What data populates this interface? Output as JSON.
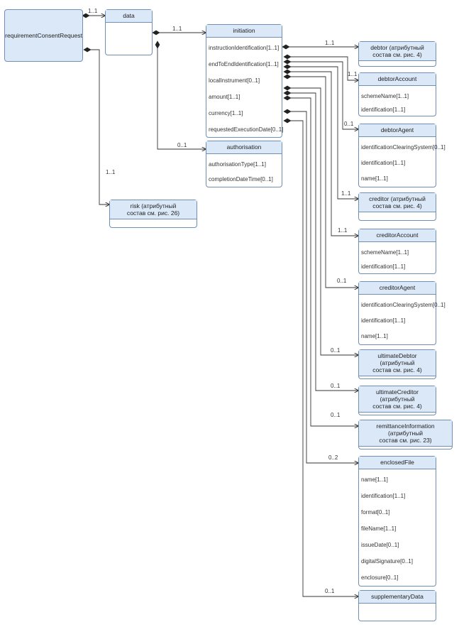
{
  "nodes": {
    "root": {
      "label": "requirementConsentRequest"
    },
    "data": {
      "label": "data"
    },
    "initiation": {
      "label": "initiation",
      "fields": [
        "instructionIdentification[1..1]",
        "endToEndIdentification[1..1]",
        "localInstrument[0..1]",
        "amount[1..1]",
        "currency[1..1]",
        "requestedExecutionDate[0..1]"
      ]
    },
    "authorisation": {
      "label": "authorisation",
      "fields": [
        "authorisationType[1..1]",
        "completionDateTime[0..1]"
      ]
    },
    "risk": {
      "label": "risk (атрибутный\nсостав см. рис. 26)"
    },
    "debtor": {
      "label": "debtor (атрибутный\nсостав см. рис. 4)"
    },
    "debtorAccount": {
      "label": "debtorAccount",
      "fields": [
        "schemeName[1..1]",
        "identification[1..1]"
      ]
    },
    "debtorAgent": {
      "label": "debtorAgent",
      "fields": [
        "identificationClearingSystem[0..1]",
        "identification[1..1]",
        "name[1..1]"
      ]
    },
    "creditor": {
      "label": "creditor (атрибутный\nсостав см. рис. 4)"
    },
    "creditorAccount": {
      "label": "creditorAccount",
      "fields": [
        "schemeName[1..1]",
        "identification[1..1]"
      ]
    },
    "creditorAgent": {
      "label": "creditorAgent",
      "fields": [
        "identificationClearingSystem[0..1]",
        "identification[1..1]",
        "name[1..1]"
      ]
    },
    "ultimateDebtor": {
      "label": "ultimateDebtor (атрибутный\nсостав см. рис. 4)"
    },
    "ultimateCreditor": {
      "label": "ultimateCreditor (атрибутный\nсостав см. рис. 4)"
    },
    "remittanceInformation": {
      "label": "remittanceInformation (атрибутный\nсостав см. рис. 23)"
    },
    "enclosedFile": {
      "label": "enclosedFile",
      "fields": [
        "name[1..1]",
        "identification[1..1]",
        "format[0..1]",
        "fileName[1..1]",
        "issueDate[0..1]",
        "digitalSignature[0..1]",
        "enclosure[0..1]"
      ]
    },
    "supplementaryData": {
      "label": "supplementaryData"
    }
  },
  "multiplicities": {
    "root_data": "1..1",
    "data_initiation": "1..1",
    "data_authorisation": "0..1",
    "root_risk": "1..1",
    "debtor": "1..1",
    "debtorAccount": "1..1",
    "debtorAgent": "0..1",
    "creditor": "1..1",
    "creditorAccount": "1..1",
    "creditorAgent": "0..1",
    "ultimateDebtor": "0..1",
    "ultimateCreditor": "0..1",
    "remittanceInformation": "0..1",
    "enclosedFile": "0..2",
    "supplementaryData": "0..1"
  },
  "colors": {
    "header_fill": "#dbe8f8",
    "border": "#6f8fb5",
    "line": "#333333"
  }
}
